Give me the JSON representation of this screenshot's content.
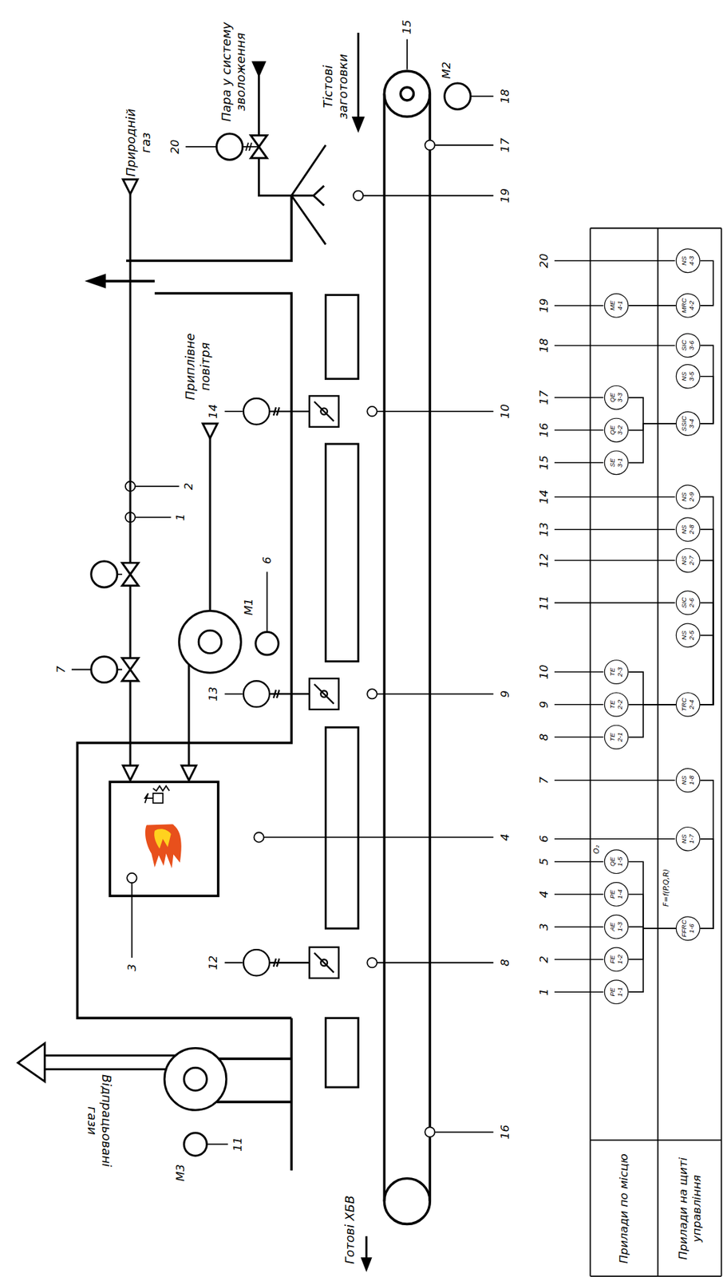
{
  "diagram": {
    "nodes": [
      {
        "text": [
          "PE",
          "1-1"
        ]
      },
      {
        "text": [
          "FE",
          "1-2"
        ]
      },
      {
        "text": [
          "AE",
          "1-3"
        ]
      },
      {
        "text": [
          "PE",
          "1-4"
        ]
      },
      {
        "text": [
          "QE",
          "1-5"
        ]
      },
      {
        "text": [
          "TE",
          "2-1"
        ]
      },
      {
        "text": [
          "TE",
          "2-2"
        ]
      },
      {
        "text": [
          "TE",
          "2-3"
        ]
      },
      {
        "text": [
          "SE",
          "3-1"
        ]
      },
      {
        "text": [
          "QE",
          "3-2"
        ]
      },
      {
        "text": [
          "QE",
          "3-3"
        ]
      },
      {
        "text": [
          "ME",
          "4-1"
        ]
      },
      {
        "text": [
          "FFRC",
          "1-6"
        ]
      },
      {
        "text": [
          "NS",
          "1-7"
        ]
      },
      {
        "text": [
          "NS",
          "1-8"
        ]
      },
      {
        "text": [
          "TRC",
          "2-4"
        ]
      },
      {
        "text": [
          "NS",
          "2-5"
        ]
      },
      {
        "text": [
          "SIC",
          "2-6"
        ]
      },
      {
        "text": [
          "NS",
          "2-7"
        ]
      },
      {
        "text": [
          "NS",
          "2-8"
        ]
      },
      {
        "text": [
          "NS",
          "2-9"
        ]
      },
      {
        "text": [
          "SSIC",
          "3-4"
        ]
      },
      {
        "text": [
          "NS",
          "3-5"
        ]
      },
      {
        "text": [
          "SIC",
          "3-6"
        ]
      },
      {
        "text": [
          "MRC",
          "4-2"
        ]
      },
      {
        "text": [
          "NS",
          "4-3"
        ]
      }
    ],
    "edges": [
      {
        "from": 0,
        "to": 12,
        "arrow": "none"
      },
      {
        "from": 1,
        "to": 12,
        "arrow": "none"
      },
      {
        "from": 2,
        "to": 12,
        "arrow": "none"
      },
      {
        "from": 3,
        "to": 12,
        "arrow": "none"
      },
      {
        "from": 4,
        "to": 12,
        "arrow": "none"
      },
      {
        "from": 12,
        "to": 13,
        "arrow": "none"
      },
      {
        "from": 12,
        "to": 14,
        "arrow": "none"
      },
      {
        "from": 5,
        "to": 15,
        "arrow": "none"
      },
      {
        "from": 6,
        "to": 15,
        "arrow": "none"
      },
      {
        "from": 7,
        "to": 15,
        "arrow": "none"
      },
      {
        "from": 15,
        "to": 16,
        "arrow": "none"
      },
      {
        "from": 15,
        "to": 17,
        "arrow": "none"
      },
      {
        "from": 15,
        "to": 18,
        "arrow": "none"
      },
      {
        "from": 15,
        "to": 19,
        "arrow": "none"
      },
      {
        "from": 15,
        "to": 20,
        "arrow": "none"
      },
      {
        "from": 8,
        "to": 21,
        "arrow": "none"
      },
      {
        "from": 9,
        "to": 21,
        "arrow": "none"
      },
      {
        "from": 10,
        "to": 21,
        "arrow": "none"
      },
      {
        "from": 21,
        "to": 22,
        "arrow": "none"
      },
      {
        "from": 21,
        "to": 23,
        "arrow": "none"
      },
      {
        "from": 11,
        "to": 24,
        "arrow": "none"
      },
      {
        "from": 24,
        "to": 25,
        "arrow": "none"
      }
    ],
    "labels": [
      "Пара у систему зволоження",
      "Тістові заготовки",
      "Природній газ",
      "Приплівне повітря",
      "Відпрацьовані гази",
      "Готові ХБВ",
      "M1",
      "M2",
      "M3",
      "20",
      "19",
      "18",
      "17",
      "15",
      "14",
      "10",
      "6",
      "2",
      "1",
      "13",
      "9",
      "7",
      "4",
      "3",
      "12",
      "8",
      "11",
      "16",
      "1",
      "2",
      "3",
      "4",
      "5",
      "6",
      "7",
      "8",
      "9",
      "10",
      "11",
      "12",
      "13",
      "14",
      "15",
      "16",
      "17",
      "18",
      "19",
      "20",
      "O₂",
      "F=f(P,Q,R)",
      "Прилади по місцю",
      "Прилади на щиті управління"
    ]
  }
}
